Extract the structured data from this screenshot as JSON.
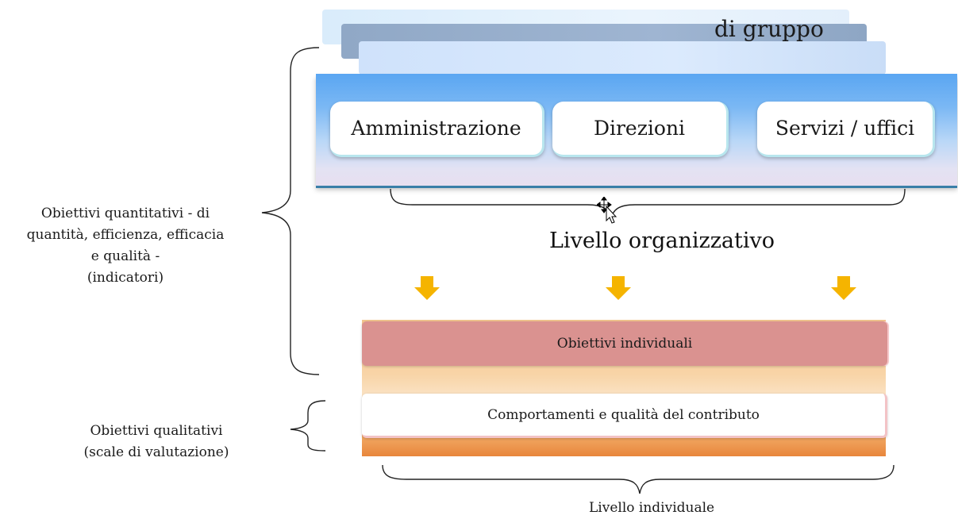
{
  "top_group": {
    "title": "di gruppo"
  },
  "organizational": {
    "boxes": [
      "Amministrazione",
      "Direzioni",
      "Servizi / uffici"
    ],
    "level_label": "Livello organizzativo"
  },
  "individual": {
    "bars": [
      "Obiettivi individuali",
      "Comportamenti e qualità del contributo"
    ],
    "level_label": "Livello individuale"
  },
  "left_labels": {
    "quantitative": [
      "Obiettivi quantitativi - di",
      "quantità, efficienza, efficacia",
      "e qualità -",
      "(indicatori)"
    ],
    "qualitative": [
      "Obiettivi qualitativi",
      "(scale di valutazione)"
    ]
  },
  "colors": {
    "org_top": "#5aa6f2",
    "org_bottom_line": "#3a7fa8",
    "ind_bar": "#da9290",
    "arrow": "#f5b400"
  },
  "icons": [
    "move-cursor-icon",
    "down-arrow-icon"
  ]
}
